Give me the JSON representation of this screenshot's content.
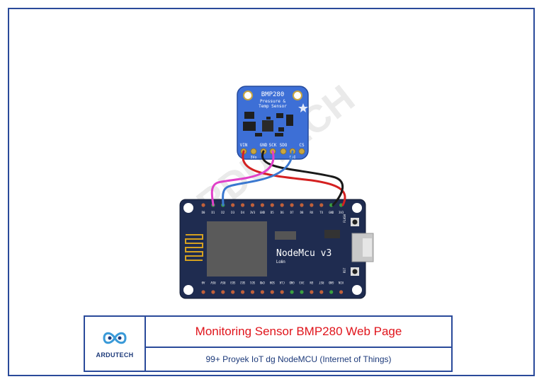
{
  "sensor": {
    "name": "BMP280",
    "line1": "Pressure &",
    "line2": "Temp Sensor",
    "pins_top": [
      "VIN",
      "GND",
      "SCK",
      "SDO",
      "CS"
    ],
    "pins_bottom": [
      "3Vo",
      "SDI"
    ]
  },
  "board": {
    "name": "NodeMcu v3",
    "vendor": "Lolin",
    "flash_label": "FLASH",
    "rst_label": "RST",
    "pins_top": [
      "D0",
      "D1",
      "D2",
      "D3",
      "D4",
      "3V3",
      "GND",
      "D5",
      "D6",
      "D7",
      "D8",
      "RX",
      "TX",
      "GND",
      "3V3"
    ],
    "pins_bottom": [
      "A0",
      "RSV",
      "RSV",
      "SD3",
      "SD2",
      "SD1",
      "CMD",
      "SD0",
      "CLK",
      "GND",
      "3V3",
      "EN",
      "RST",
      "GND",
      "VIN"
    ]
  },
  "watermark": "ARDUTECH",
  "wire_colors": {
    "red": "#d42020",
    "black": "#1a1a1a",
    "magenta": "#e040c8",
    "blue": "#3a78d0"
  },
  "title_block": {
    "logo_text": "ARDUTECH",
    "title": "Monitoring Sensor BMP280 Web Page",
    "subtitle": "99+ Proyek IoT dg NodeMCU (Internet of Things)"
  }
}
